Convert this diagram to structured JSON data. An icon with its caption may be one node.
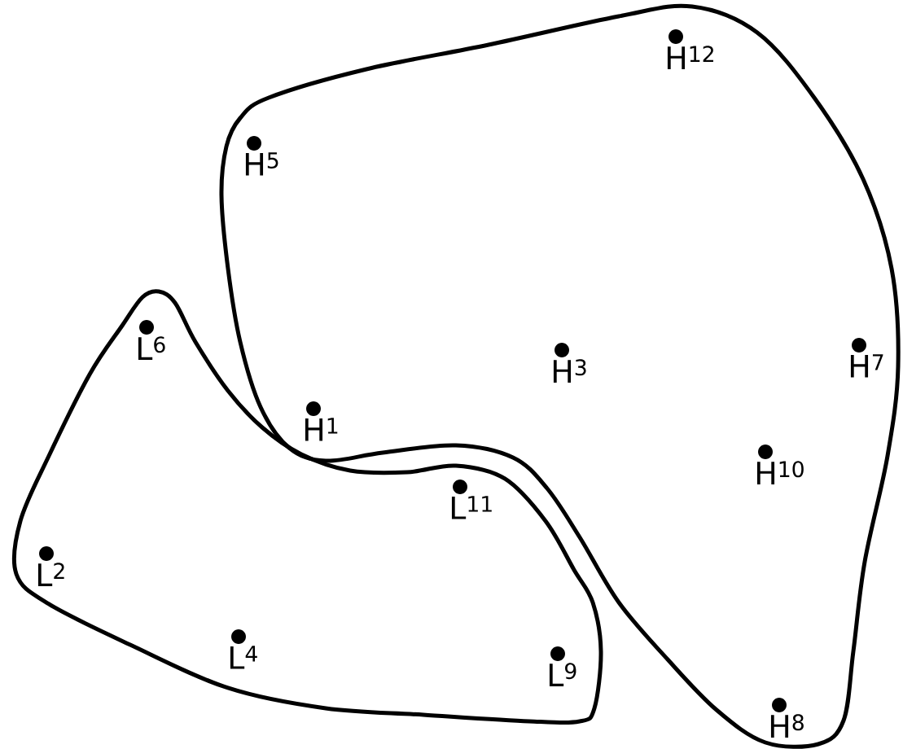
{
  "diagram": {
    "nodes": [
      {
        "text": [],
        "shape": "blob"
      },
      {
        "text": [],
        "shape": "blob"
      },
      {
        "text": [
          "H$^{12}$"
        ],
        "in": 0
      },
      {
        "text": [
          "H$^{5}$"
        ],
        "in": 0
      },
      {
        "text": [
          "L$^{6}$"
        ],
        "in": 1
      },
      {
        "text": [
          "H$^{3}$"
        ],
        "in": 0
      },
      {
        "text": [
          "H$^{7}$"
        ],
        "in": 0
      },
      {
        "text": [
          "H$^{1}$"
        ],
        "in": 0
      },
      {
        "text": [
          "H$^{10}$"
        ],
        "in": 0
      },
      {
        "text": [
          "L$^{11}$"
        ],
        "in": 1
      },
      {
        "text": [
          "L$^{2}$"
        ],
        "in": 1
      },
      {
        "text": [
          "L$^{4}$"
        ],
        "in": 1
      },
      {
        "text": [
          "L$^{9}$"
        ],
        "in": 1
      },
      {
        "text": [
          "H$^{8}$"
        ],
        "in": 0
      }
    ],
    "edges": []
  }
}
